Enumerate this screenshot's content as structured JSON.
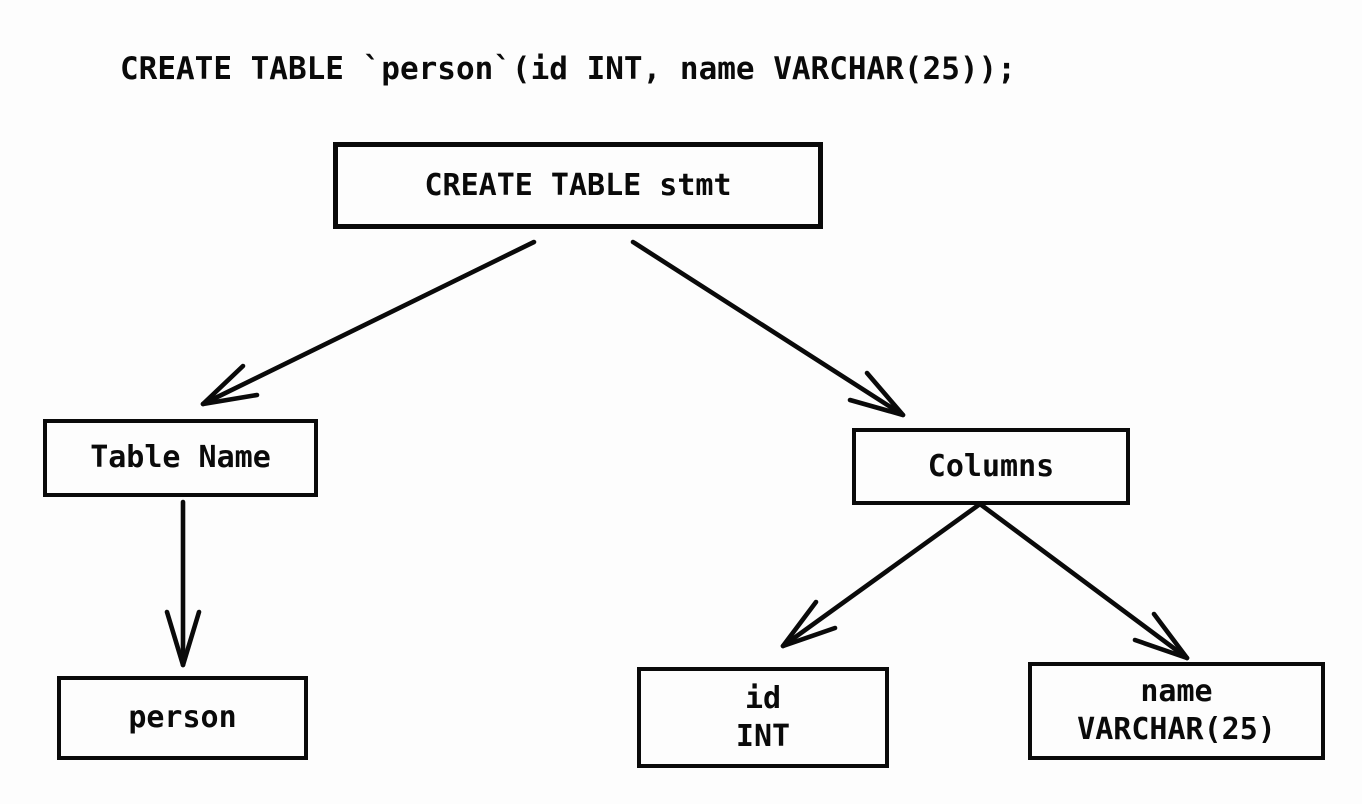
{
  "sql_statement": "CREATE TABLE `person`(id INT, name VARCHAR(25));",
  "diagram": {
    "type": "parse-tree",
    "nodes": [
      {
        "id": "create-table-stmt",
        "label": "CREATE TABLE stmt"
      },
      {
        "id": "table-name",
        "label": "Table Name"
      },
      {
        "id": "person",
        "label": "person"
      },
      {
        "id": "columns",
        "label": "Columns"
      },
      {
        "id": "column-id",
        "lines": [
          "id",
          "INT"
        ]
      },
      {
        "id": "column-name",
        "lines": [
          "name",
          "VARCHAR(25)"
        ]
      }
    ],
    "edges": [
      {
        "from": "create-table-stmt",
        "to": "table-name"
      },
      {
        "from": "create-table-stmt",
        "to": "columns"
      },
      {
        "from": "table-name",
        "to": "person"
      },
      {
        "from": "columns",
        "to": "column-id"
      },
      {
        "from": "columns",
        "to": "column-name"
      }
    ]
  },
  "colors": {
    "ink": "#0a0a0a",
    "background": "#fdfdfd"
  }
}
